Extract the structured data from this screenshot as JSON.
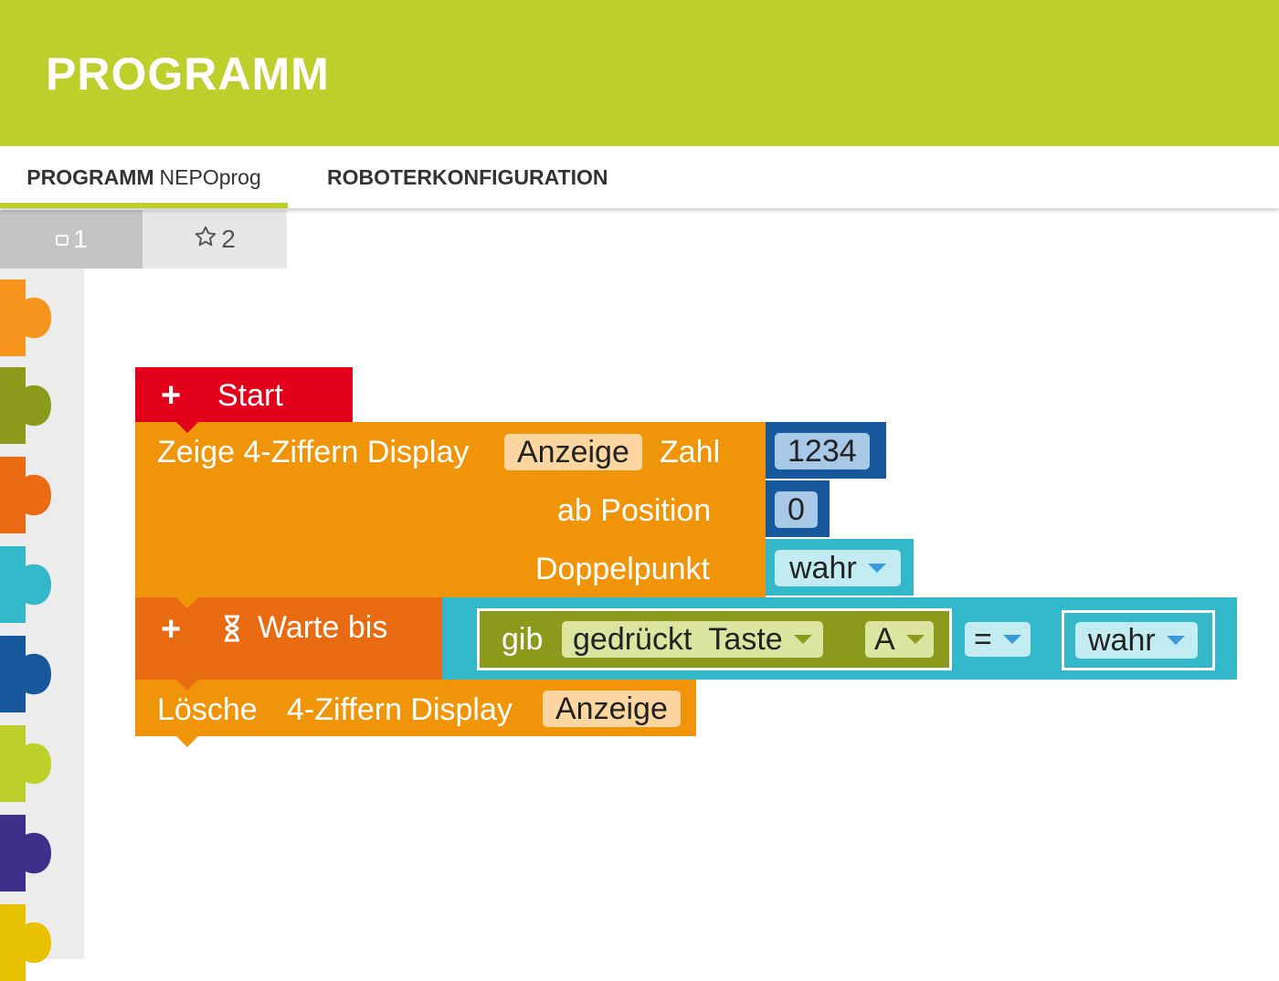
{
  "header": {
    "title": "PROGRAMM"
  },
  "tabs": {
    "program_label_bold": "PROGRAMM",
    "program_name": "NEPOprog",
    "robot_config": "ROBOTERKONFIGURATION"
  },
  "subtabs": [
    {
      "icon": "square-icon",
      "label": "1"
    },
    {
      "icon": "star-icon",
      "label": "2"
    }
  ],
  "toolbox": {
    "categories": [
      {
        "color": "#f7941d"
      },
      {
        "color": "#8a9b1c"
      },
      {
        "color": "#eb6b14"
      },
      {
        "color": "#33b8ca"
      },
      {
        "color": "#17589c"
      },
      {
        "color": "#bccf2b"
      },
      {
        "color": "#3d2f8a"
      },
      {
        "color": "#e8c200"
      }
    ]
  },
  "blocks": {
    "start": {
      "plus": "+",
      "label": "Start",
      "color": "#e2001a"
    },
    "display": {
      "label": "Zeige 4-Ziffern Display",
      "actor": "Anzeige",
      "zahl": "Zahl",
      "zahl_value": "1234",
      "position_label": "ab Position",
      "position_value": "0",
      "colon_label": "Doppelpunkt",
      "colon_value": "wahr",
      "color": "#f0940a"
    },
    "wait": {
      "plus": "+",
      "label": "Warte bis",
      "gib": "gib",
      "sensor": "gedrückt",
      "sensor_type": "Taste",
      "port": "A",
      "op": "=",
      "compare_value": "wahr",
      "color": "#e86b12"
    },
    "clear": {
      "label_1": "Lösche",
      "label_2": "4-Ziffern Display",
      "actor": "Anzeige",
      "color": "#f0940a"
    }
  }
}
